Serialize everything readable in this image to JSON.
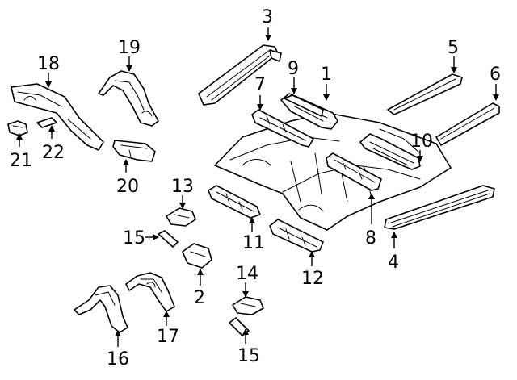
{
  "callouts": [
    {
      "id": "1",
      "label": "1"
    },
    {
      "id": "2",
      "label": "2"
    },
    {
      "id": "3",
      "label": "3"
    },
    {
      "id": "4",
      "label": "4"
    },
    {
      "id": "5",
      "label": "5"
    },
    {
      "id": "6",
      "label": "6"
    },
    {
      "id": "7",
      "label": "7"
    },
    {
      "id": "8",
      "label": "8"
    },
    {
      "id": "9",
      "label": "9"
    },
    {
      "id": "10",
      "label": "10"
    },
    {
      "id": "11",
      "label": "11"
    },
    {
      "id": "12",
      "label": "12"
    },
    {
      "id": "13",
      "label": "13"
    },
    {
      "id": "14",
      "label": "14"
    },
    {
      "id": "15a",
      "label": "15"
    },
    {
      "id": "15b",
      "label": "15"
    },
    {
      "id": "16",
      "label": "16"
    },
    {
      "id": "17",
      "label": "17"
    },
    {
      "id": "18",
      "label": "18"
    },
    {
      "id": "19",
      "label": "19"
    },
    {
      "id": "20",
      "label": "20"
    },
    {
      "id": "21",
      "label": "21"
    },
    {
      "id": "22",
      "label": "22"
    }
  ]
}
